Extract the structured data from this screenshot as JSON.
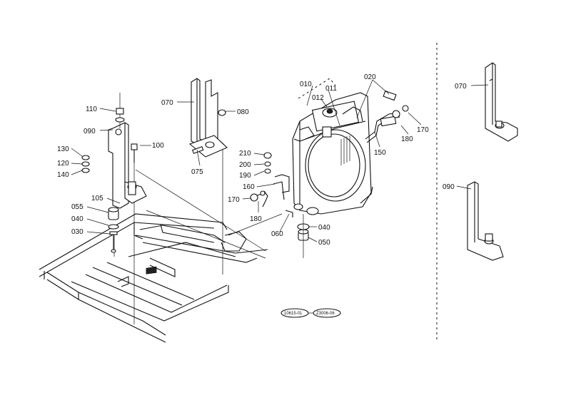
{
  "labels": {
    "p110": "110",
    "p090": "090",
    "p130": "130",
    "p120": "120",
    "p140": "140",
    "p100": "100",
    "p105": "105",
    "p055": "055",
    "p040": "040",
    "p030": "030",
    "p070": "070",
    "p080": "080",
    "p075": "075",
    "p210": "210",
    "p200": "200",
    "p190": "190",
    "p160": "160",
    "p170": "170",
    "p180": "180",
    "p010": "010",
    "p012": "012",
    "p011": "011",
    "p020": "020",
    "p150": "150",
    "p170b": "170",
    "p180b": "180",
    "p060": "060",
    "p040b": "040",
    "p050": "050",
    "p070r": "070",
    "p090r": "090"
  },
  "references": {
    "ref1": "10615-01",
    "ref2": "Z3006-06"
  }
}
